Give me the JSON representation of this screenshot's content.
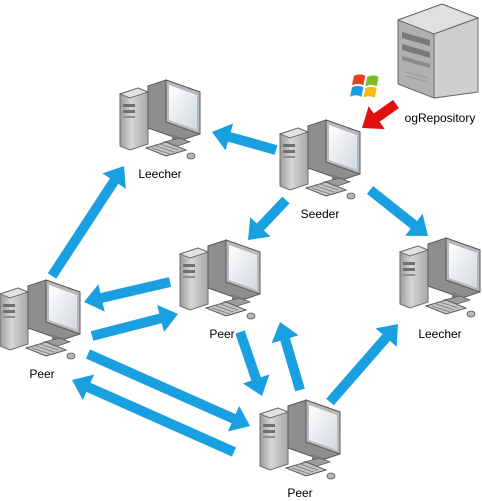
{
  "colors": {
    "arrow": "#1aa0e0",
    "highlight_arrow": "#e01010",
    "pc_body": "#c8c8c8",
    "pc_dark": "#8a8a8a",
    "screen": "#e8eef4",
    "server": "#b4b4b4"
  },
  "icons": {
    "server": "server-tower-icon",
    "pc": "desktop-computer-icon",
    "windows": "windows-logo-icon"
  },
  "nodes": {
    "repository": {
      "label": "ogRepository",
      "icon": "server-tower-icon"
    },
    "seeder": {
      "label": "Seeder",
      "icon": "desktop-computer-icon"
    },
    "leecher_top": {
      "label": "Leecher",
      "icon": "desktop-computer-icon"
    },
    "leecher_right": {
      "label": "Leecher",
      "icon": "desktop-computer-icon"
    },
    "peer_left": {
      "label": "Peer",
      "icon": "desktop-computer-icon"
    },
    "peer_center": {
      "label": "Peer",
      "icon": "desktop-computer-icon"
    },
    "peer_bottom": {
      "label": "Peer",
      "icon": "desktop-computer-icon"
    }
  },
  "connections": [
    {
      "from": "repository",
      "to": "seeder",
      "style": "highlight"
    },
    {
      "from": "seeder",
      "to": "leecher_top",
      "style": "normal"
    },
    {
      "from": "seeder",
      "to": "leecher_right",
      "style": "normal"
    },
    {
      "from": "seeder",
      "to": "peer_center",
      "style": "normal"
    },
    {
      "from": "peer_left",
      "to": "leecher_top",
      "style": "normal"
    },
    {
      "from": "peer_center",
      "to": "peer_left",
      "style": "normal"
    },
    {
      "from": "peer_left",
      "to": "peer_center",
      "style": "normal"
    },
    {
      "from": "peer_left",
      "to": "peer_bottom",
      "style": "normal"
    },
    {
      "from": "peer_bottom",
      "to": "peer_left",
      "style": "normal"
    },
    {
      "from": "peer_center",
      "to": "peer_bottom",
      "style": "normal"
    },
    {
      "from": "peer_bottom",
      "to": "peer_center",
      "style": "normal"
    },
    {
      "from": "peer_bottom",
      "to": "leecher_right",
      "style": "normal"
    }
  ]
}
